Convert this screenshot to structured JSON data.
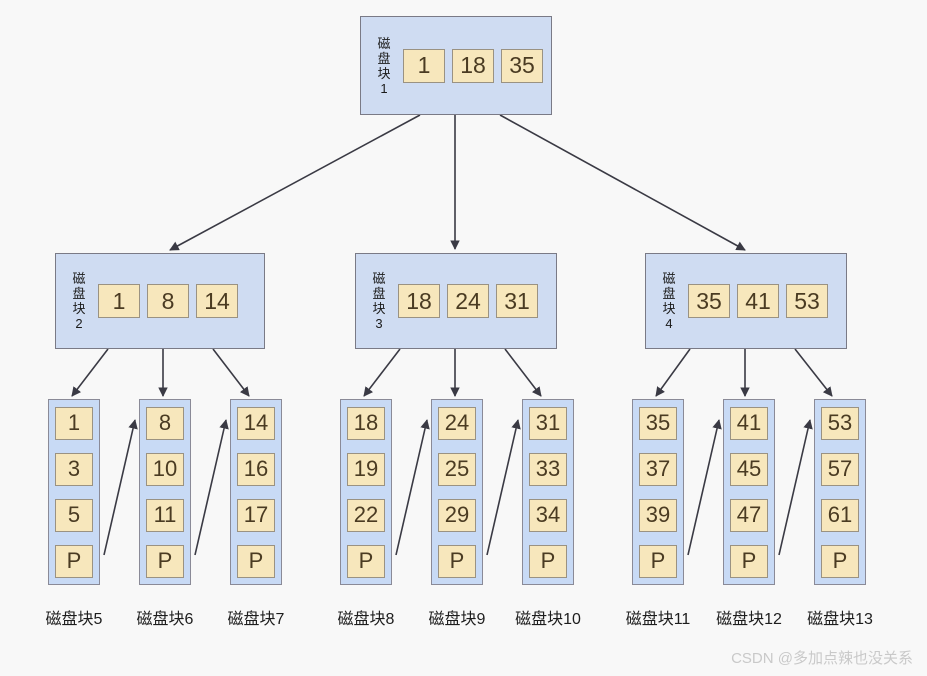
{
  "background": "#f8f8f8",
  "colors": {
    "node_fill": "#cfdcf2",
    "leaf_fill": "#c8daf5",
    "cell_fill": "#f7e7bc",
    "cell_border": "#9a9282",
    "node_border": "#7a7a86",
    "edge": "#3a3a44",
    "text": "#1b1b1b",
    "watermark": "#c9c9c9"
  },
  "diagram": {
    "type": "b-plus-tree",
    "root": {
      "id": "node-1",
      "label": "磁\n盘\n块\n1",
      "label_plain": "磁盘块1",
      "keys": [
        "1",
        "18",
        "35"
      ]
    },
    "internal": [
      {
        "id": "node-2",
        "label": "磁\n盘\n块\n2",
        "label_plain": "磁盘块2",
        "keys": [
          "1",
          "8",
          "14"
        ]
      },
      {
        "id": "node-3",
        "label": "磁\n盘\n块\n3",
        "label_plain": "磁盘块3",
        "keys": [
          "18",
          "24",
          "31"
        ]
      },
      {
        "id": "node-4",
        "label": "磁\n盘\n块\n4",
        "label_plain": "磁盘块4",
        "keys": [
          "35",
          "41",
          "53"
        ]
      }
    ],
    "leaves": [
      {
        "id": "leaf-5",
        "caption": "磁盘块5",
        "cells": [
          "1",
          "3",
          "5",
          "P"
        ]
      },
      {
        "id": "leaf-6",
        "caption": "磁盘块6",
        "cells": [
          "8",
          "10",
          "11",
          "P"
        ]
      },
      {
        "id": "leaf-7",
        "caption": "磁盘块7",
        "cells": [
          "14",
          "16",
          "17",
          "P"
        ]
      },
      {
        "id": "leaf-8",
        "caption": "磁盘块8",
        "cells": [
          "18",
          "19",
          "22",
          "P"
        ]
      },
      {
        "id": "leaf-9",
        "caption": "磁盘块9",
        "cells": [
          "24",
          "25",
          "29",
          "P"
        ]
      },
      {
        "id": "leaf-10",
        "caption": "磁盘块10",
        "cells": [
          "31",
          "33",
          "34",
          "P"
        ]
      },
      {
        "id": "leaf-11",
        "caption": "磁盘块11",
        "cells": [
          "35",
          "37",
          "39",
          "P"
        ]
      },
      {
        "id": "leaf-12",
        "caption": "磁盘块12",
        "cells": [
          "41",
          "45",
          "47",
          "P"
        ]
      },
      {
        "id": "leaf-13",
        "caption": "磁盘块13",
        "cells": [
          "53",
          "57",
          "61",
          "P"
        ]
      }
    ]
  },
  "watermark": "CSDN @多加点辣也没关系"
}
